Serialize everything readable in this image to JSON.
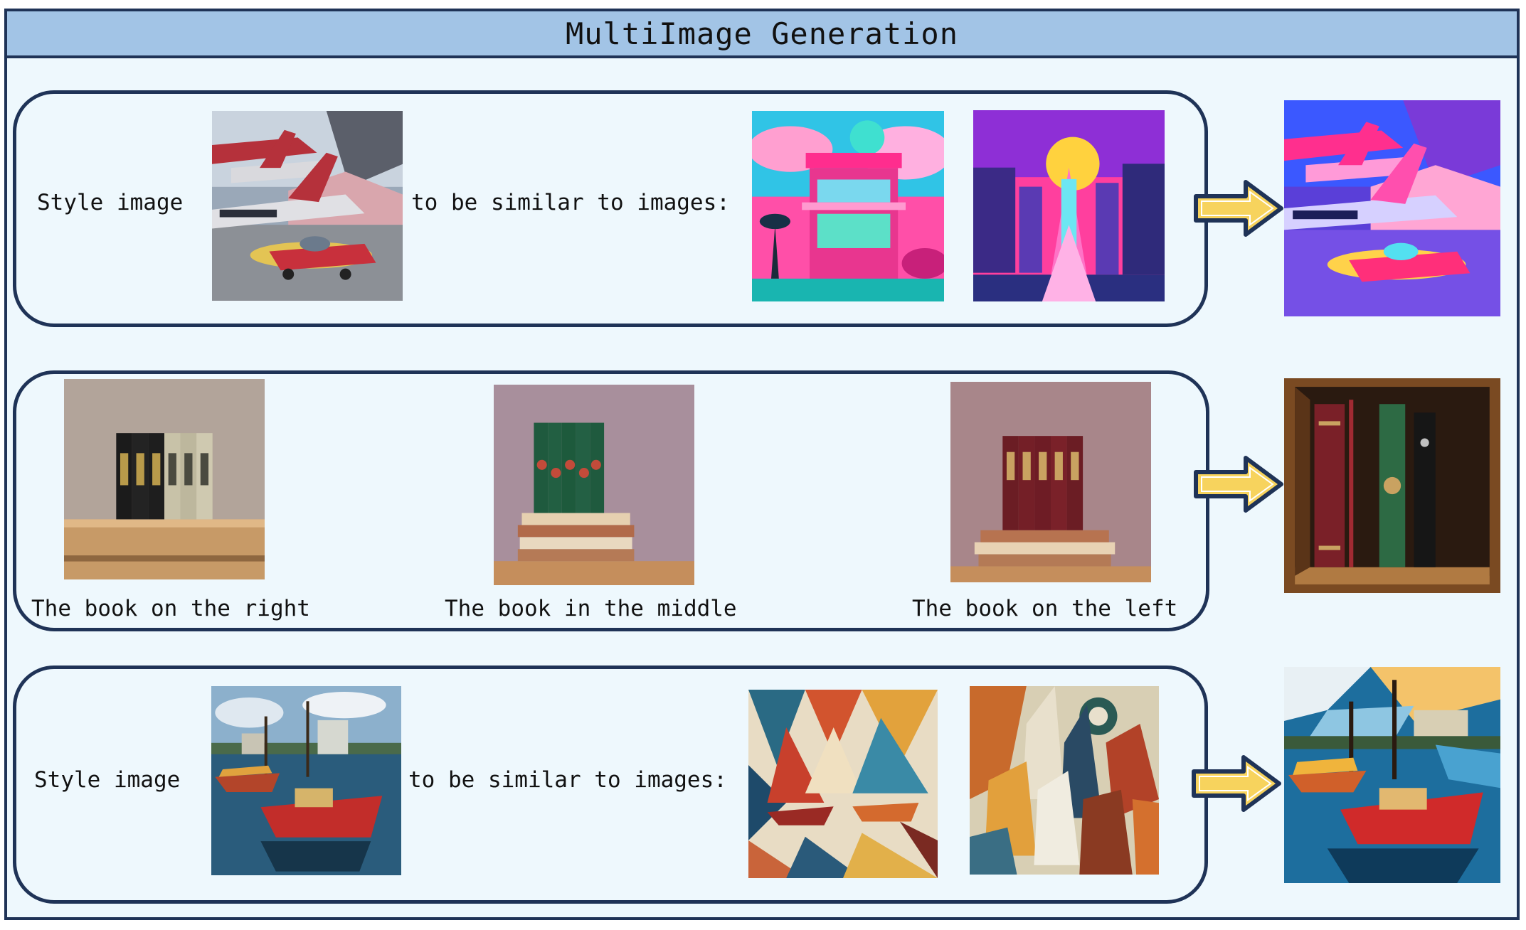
{
  "title": "MultiImage Generation",
  "rows": [
    {
      "kind": "style",
      "prefix": "Style image",
      "middle": "to be similar to images:",
      "source_image": "airport-airplanes-photo",
      "reference_images": [
        "vaporwave-house",
        "vaporwave-city-sunset"
      ],
      "output_image": "airport-airplanes-vaporwave"
    },
    {
      "kind": "composition",
      "captions": [
        "The book on the right",
        "The book in the middle",
        "The book on the left"
      ],
      "input_images": [
        "black-and-beige-books-on-shelf",
        "green-books-on-book-stack",
        "red-books-on-book-stack"
      ],
      "output_image": "books-in-wooden-bookcase"
    },
    {
      "kind": "style",
      "prefix": "Style image",
      "middle": "to be similar to images:",
      "source_image": "harbor-boats-photo",
      "reference_images": [
        "cubist-sailboats",
        "cubist-abstract-city"
      ],
      "output_image": "harbor-boats-cubist"
    }
  ],
  "colors": {
    "frame_border": "#1f3357",
    "frame_fill": "#eef8fd",
    "title_fill": "#a2c4e6",
    "arrow_fill": "#f7d35d"
  }
}
